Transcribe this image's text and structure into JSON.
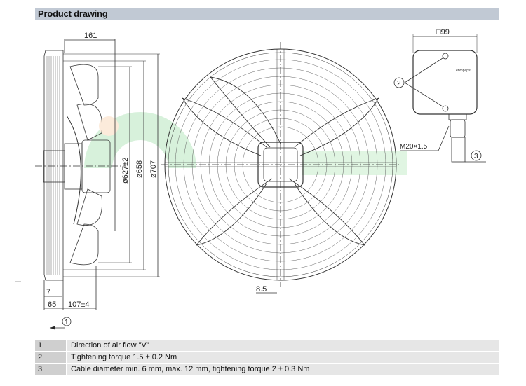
{
  "header": {
    "title": "Product drawing"
  },
  "dimensions": {
    "depth": "161",
    "d_blade": "ø627±2",
    "d_inner": "ø658",
    "d_outer": "ø707",
    "flange": "7",
    "grille": "65",
    "hub": "107±4",
    "spacing": "8.5",
    "box": "□99",
    "thread": "M20×1.5"
  },
  "callouts": {
    "c1": "1",
    "c2": "2",
    "c3": "3"
  },
  "brand_mark": "ebmpapst",
  "legend": [
    {
      "num": "1",
      "text": "Direction of air flow \"V\""
    },
    {
      "num": "2",
      "text": "Tightening torque 1.5 ± 0.2 Nm"
    },
    {
      "num": "3",
      "text": "Cable diameter min. 6 mm, max. 12 mm, tightening torque 2 ± 0.3 Nm"
    }
  ]
}
